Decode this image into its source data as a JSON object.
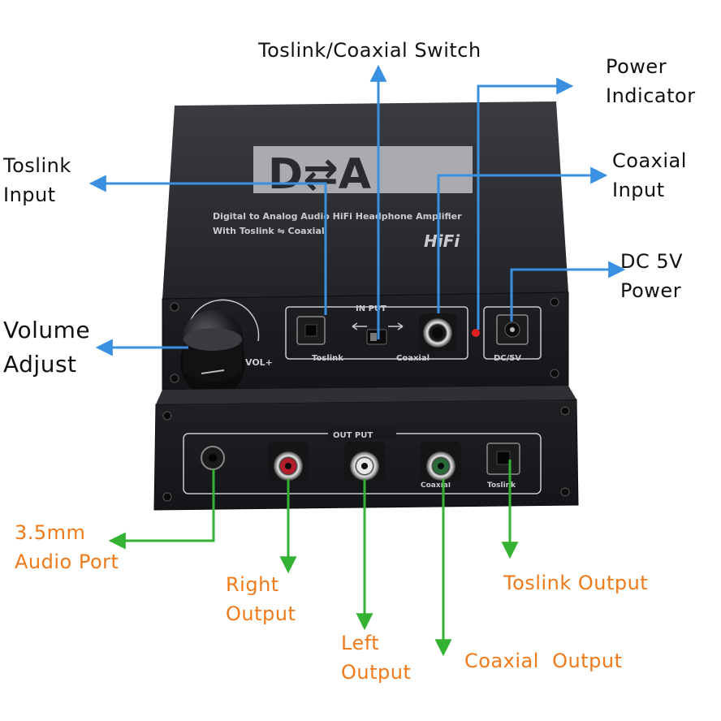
{
  "device": {
    "logo": "D⇄A",
    "subtitle_line1": "Digital to Analog Audio HiFi Headphone Amplifier",
    "subtitle_line2": "With Toslink ⇋ Coaxial",
    "hifi_badge": "HiFi",
    "input_panel_label": "IN PUT",
    "input_toslink_label": "Toslink",
    "input_coaxial_label": "Coaxial",
    "dc_label": "DC/5V",
    "vol_label": "VOL+",
    "output_panel_label": "OUT PUT",
    "output_coaxial_label": "Coaxial",
    "output_toslink_label": "Toslink"
  },
  "callouts": {
    "switch": "Toslink/Coaxial Switch",
    "power_indicator": [
      "Power",
      "Indicator"
    ],
    "toslink_input": [
      "Toslink",
      "Input"
    ],
    "coaxial_input": [
      "Coaxial",
      "Input"
    ],
    "dc_power": [
      "DC 5V",
      "Power"
    ],
    "volume": [
      "Volume",
      "Adjust"
    ],
    "audio_port": [
      "3.5mm",
      "Audio Port"
    ],
    "right_output": [
      "Right",
      "Output"
    ],
    "left_output": [
      "Left",
      "Output"
    ],
    "toslink_output": "Toslink Output",
    "coaxial_output": "Coaxial  Output"
  },
  "colors": {
    "input_arrow": "#3a8fe0",
    "output_arrow": "#33b233",
    "input_text": "#111111",
    "output_text": "#f07a1a",
    "device_body": "#2b2d31"
  }
}
